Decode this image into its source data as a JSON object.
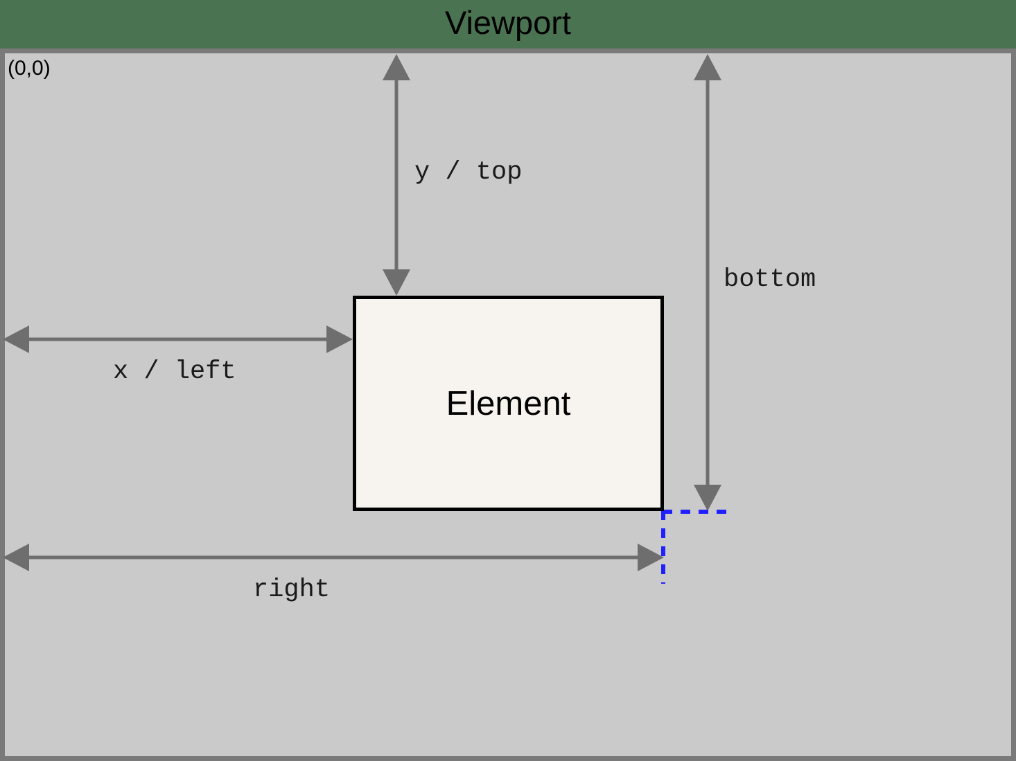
{
  "header": {
    "title": "Viewport",
    "background_color": "#4a7351",
    "text_color": "#000000"
  },
  "viewport": {
    "origin_label": "(0,0)",
    "background_color": "#cacaca",
    "border_color": "#7a7a7a"
  },
  "element": {
    "label": "Element",
    "fill_color": "#f7f4ef",
    "border_color": "#000000"
  },
  "guides": {
    "color": "#2020ff",
    "style": "dashed"
  },
  "arrows": {
    "color": "#6e6e6e"
  },
  "measurements": [
    {
      "id": "y-top",
      "label": "y / top",
      "orientation": "vertical",
      "from": "viewport top edge",
      "to": "element top edge"
    },
    {
      "id": "bottom",
      "label": "bottom",
      "orientation": "vertical",
      "from": "viewport top edge",
      "to": "element bottom edge"
    },
    {
      "id": "x-left",
      "label": "x / left",
      "orientation": "horizontal",
      "from": "viewport left edge",
      "to": "element left edge"
    },
    {
      "id": "right",
      "label": "right",
      "orientation": "horizontal",
      "from": "viewport left edge",
      "to": "element right edge"
    }
  ]
}
